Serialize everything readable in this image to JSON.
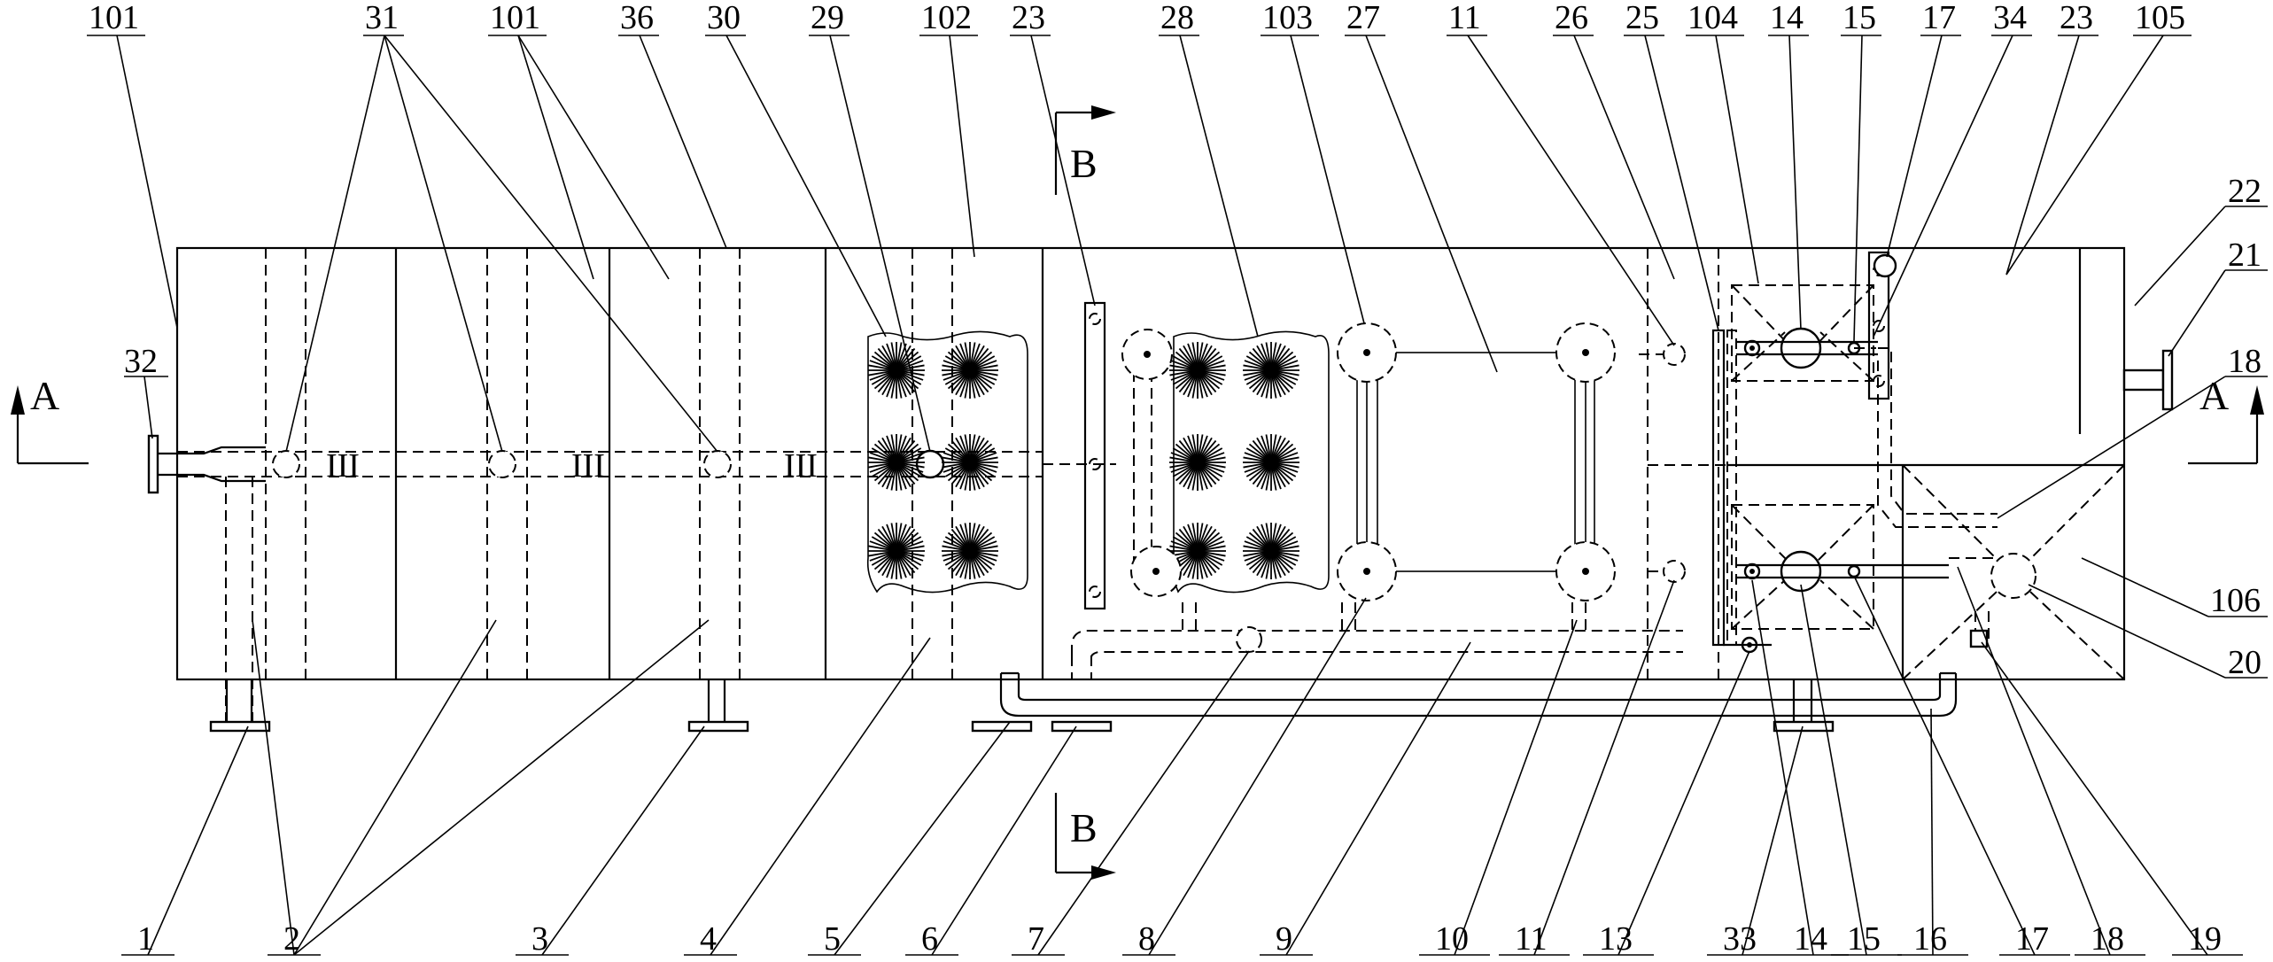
{
  "top_labels": [
    "101",
    "31",
    "101",
    "36",
    "30",
    "29",
    "102",
    "23",
    "28",
    "103",
    "27",
    "11",
    "26",
    "25",
    "104",
    "14",
    "15",
    "17",
    "34",
    "23",
    "105"
  ],
  "bottom_labels": [
    "1",
    "2",
    "3",
    "4",
    "5",
    "6",
    "7",
    "8",
    "9",
    "10",
    "11",
    "13",
    "33",
    "14",
    "15",
    "16",
    "17",
    "18",
    "19"
  ],
  "side_labels": {
    "l32": "32",
    "l22": "22",
    "l21": "21",
    "l18": "18",
    "l106": "106",
    "l20": "20"
  },
  "section_marks": {
    "a": "A",
    "b": "B"
  },
  "pipe_marks": [
    "III",
    "III",
    "III"
  ]
}
